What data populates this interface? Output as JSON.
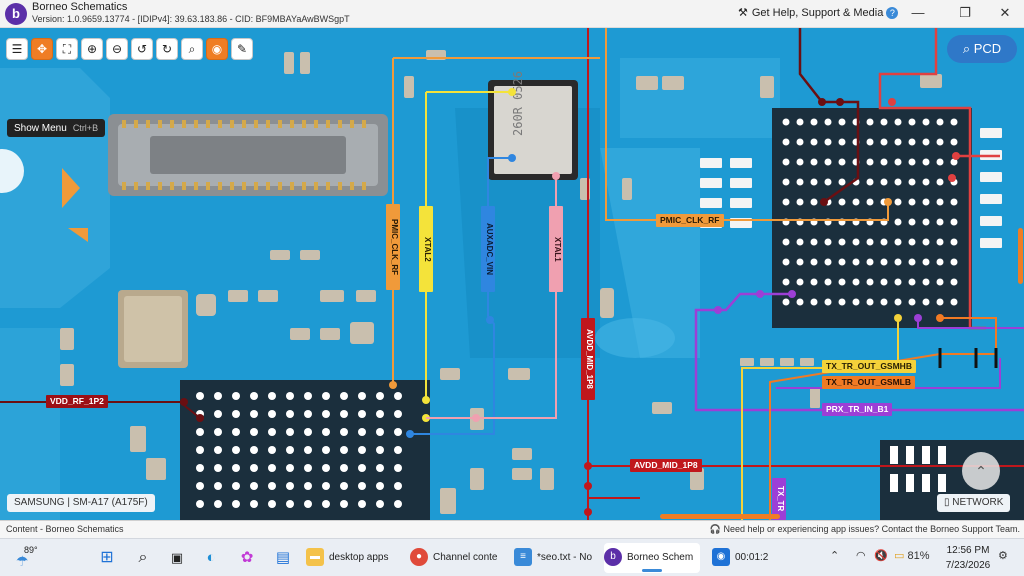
{
  "window": {
    "title": "Borneo Schematics",
    "version_line": "Version: 1.0.9659.13774 - [IDIPv4]: 39.63.183.86 - CID: BF9MBAYaAwBWSgpT",
    "help_text": "Get Help, Support & Media",
    "minimize": "—",
    "maximize": "❐",
    "close": "✕"
  },
  "toolbar": {
    "buttons": [
      {
        "name": "menu-icon",
        "glyph": "☰"
      },
      {
        "name": "fit-icon",
        "glyph": "✥"
      },
      {
        "name": "fullscreen-icon",
        "glyph": "⛶"
      },
      {
        "name": "zoom-in-icon",
        "glyph": "⊕"
      },
      {
        "name": "zoom-out-icon",
        "glyph": "⊖"
      },
      {
        "name": "rotate-left-icon",
        "glyph": "↺"
      },
      {
        "name": "rotate-right-icon",
        "glyph": "↻"
      },
      {
        "name": "search-icon",
        "glyph": "⌕"
      },
      {
        "name": "mouse-icon",
        "glyph": "◉"
      },
      {
        "name": "magic-pen-icon",
        "glyph": "✎"
      }
    ],
    "tooltip_text": "Show Menu",
    "tooltip_shortcut": "Ctrl+B",
    "pcd_label": "PCD"
  },
  "device_label": "SAMSUNG | SM-A17 (A175F)",
  "network_label": "NETWORK",
  "nets": {
    "pmic_clk_rf": "PMIC_CLK_RF",
    "xtal2": "XTAL2",
    "auxadc_vin": "AUXADC_VIN",
    "xtal1": "XTAL1",
    "avdd_mid_1p8": "AVDD_MID_1P8",
    "vdd_rf_1p2": "VDD_RF_1P2",
    "tx_tr_out_gsmhb": "TX_TR_OUT_GSMHB",
    "tx_tr_out_gsmlb": "TX_TR_OUT_GSMLB",
    "prx_tr_in_b1": "PRX_TR_IN_B1",
    "tx_tr": "TX_TR"
  },
  "component_marking": "260R 0526",
  "colors": {
    "board": "#1e9ad3",
    "accent": "#ef7d24",
    "pcd_button": "#2f78c8",
    "net_red": "#c0171c",
    "net_orange": "#f09a3a",
    "net_yellow": "#f4e33a",
    "net_blue": "#2f86e0",
    "net_pink": "#f0a0b0",
    "net_purple": "#9c3fd6",
    "net_dark_red": "#6a0f12"
  },
  "statusbar": {
    "left": "Content - Borneo Schematics",
    "right": "Need help or experiencing app issues? Contact the Borneo Support Team."
  },
  "taskbar": {
    "weather_temp": "89°",
    "apps": [
      {
        "label": "desktop apps",
        "icon": "folder-icon"
      },
      {
        "label": "Channel conte",
        "icon": "chrome-icon"
      },
      {
        "label": "*seo.txt - No",
        "icon": "notepad-icon"
      },
      {
        "label": "Borneo Schem",
        "icon": "borneo-icon"
      },
      {
        "label": "00:01:2",
        "icon": "recorder-icon"
      }
    ],
    "battery": "81%",
    "time": "12:56 PM",
    "date": "7/23/2026"
  }
}
